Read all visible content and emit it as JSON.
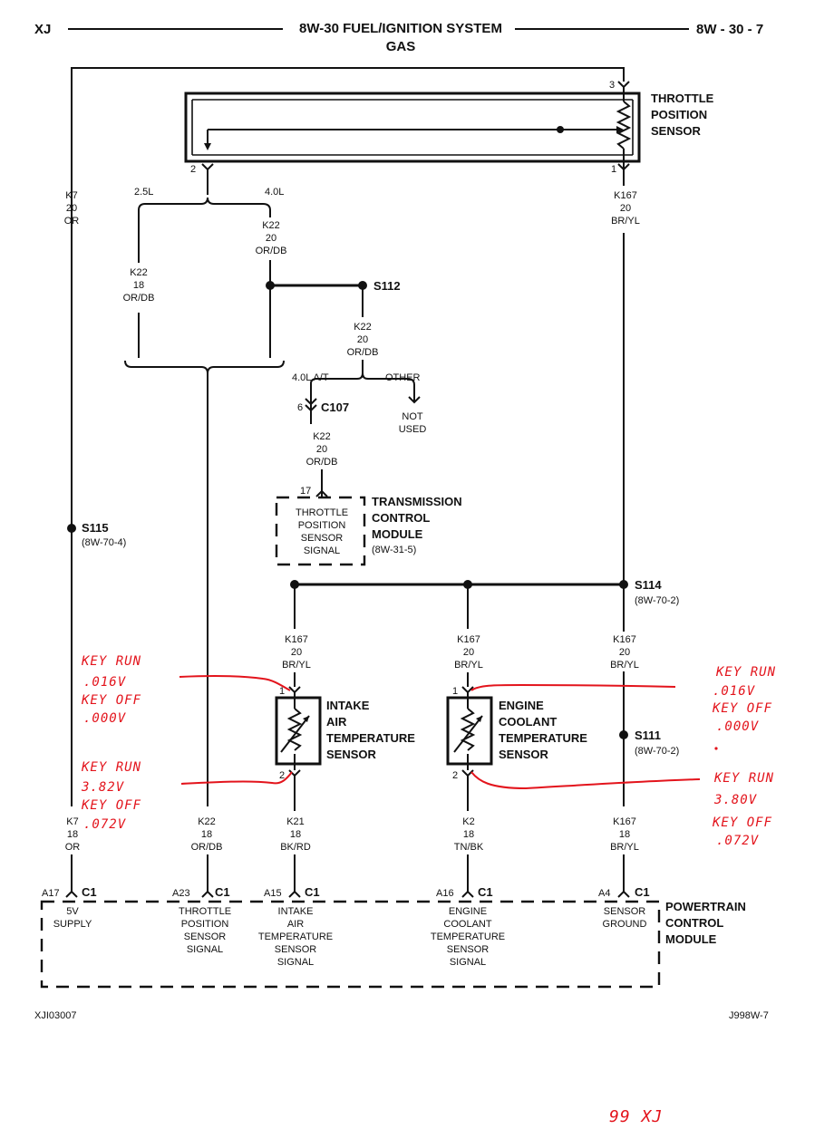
{
  "header": {
    "left": "XJ",
    "title": "8W-30 FUEL/IGNITION SYSTEM",
    "subtitle": "GAS",
    "page": "8W - 30 - 7"
  },
  "tps": {
    "name_lines": [
      "THROTTLE",
      "POSITION",
      "SENSOR"
    ],
    "pin_top": "3",
    "pin_left": "2",
    "pin_right": "1"
  },
  "engine_split": {
    "left": "2.5L",
    "right": "4.0L"
  },
  "wires": {
    "k7_top": [
      "K7",
      "20",
      "OR"
    ],
    "k167_top": [
      "K167",
      "20",
      "BR/YL"
    ],
    "k22_40": [
      "K22",
      "20",
      "OR/DB"
    ],
    "k22_25": [
      "K22",
      "18",
      "OR/DB"
    ],
    "k22_s112": [
      "K22",
      "20",
      "OR/DB"
    ],
    "k22_c107": [
      "K22",
      "20",
      "OR/DB"
    ],
    "k167_iat": [
      "K167",
      "20",
      "BR/YL"
    ],
    "k167_ect": [
      "K167",
      "20",
      "BR/YL"
    ],
    "k167_s114": [
      "K167",
      "20",
      "BR/YL"
    ],
    "k7_bottom": [
      "K7",
      "18",
      "OR"
    ],
    "k22_bottom": [
      "K22",
      "18",
      "OR/DB"
    ],
    "k21": [
      "K21",
      "18",
      "BK/RD"
    ],
    "k2": [
      "K2",
      "18",
      "TN/BK"
    ],
    "k167_bottom": [
      "K167",
      "18",
      "BR/YL"
    ]
  },
  "splices": {
    "s112": "S112",
    "s115": "S115",
    "s115_ref": "(8W-70-4)",
    "s114": "S114",
    "s114_ref": "(8W-70-2)",
    "s111": "S111",
    "s111_ref": "(8W-70-2)"
  },
  "tcm_branch": {
    "left": "4.0L A/T",
    "right": "OTHER",
    "not_used": [
      "NOT",
      "USED"
    ],
    "connector": "C107",
    "connector_pin": "6"
  },
  "tcm": {
    "pin": "17",
    "signal_lines": [
      "THROTTLE",
      "POSITION",
      "SENSOR",
      "SIGNAL"
    ],
    "name_lines": [
      "TRANSMISSION",
      "CONTROL",
      "MODULE"
    ],
    "ref": "(8W-31-5)"
  },
  "iat": {
    "name_lines": [
      "INTAKE",
      "AIR",
      "TEMPERATURE",
      "SENSOR"
    ],
    "pin_top": "1",
    "pin_bottom": "2"
  },
  "ect": {
    "name_lines": [
      "ENGINE",
      "COOLANT",
      "TEMPERATURE",
      "SENSOR"
    ],
    "pin_top": "1",
    "pin_bottom": "2"
  },
  "pcm": {
    "name_lines": [
      "POWERTRAIN",
      "CONTROL",
      "MODULE"
    ],
    "connector": "C1",
    "pins": [
      {
        "pin": "A17",
        "lines": [
          "5V",
          "SUPPLY"
        ]
      },
      {
        "pin": "A23",
        "lines": [
          "THROTTLE",
          "POSITION",
          "SENSOR",
          "SIGNAL"
        ]
      },
      {
        "pin": "A15",
        "lines": [
          "INTAKE",
          "AIR",
          "TEMPERATURE",
          "SENSOR",
          "SIGNAL"
        ]
      },
      {
        "pin": "A16",
        "lines": [
          "ENGINE",
          "COOLANT",
          "TEMPERATURE",
          "SENSOR",
          "SIGNAL"
        ]
      },
      {
        "pin": "A4",
        "lines": [
          "SENSOR",
          "GROUND"
        ]
      }
    ]
  },
  "annotations": {
    "left_top": [
      "KEY RUN",
      ".016V",
      "KEY OFF",
      ".000V"
    ],
    "left_bottom": [
      "KEY RUN",
      "3.82V",
      "KEY OFF",
      ".072V"
    ],
    "right_top": [
      "KEY RUN",
      ".016V",
      "KEY OFF",
      ".000V"
    ],
    "right_bottom": [
      "KEY RUN",
      "3.80V",
      "KEY OFF",
      ".072V"
    ],
    "footer": "99 XJ"
  },
  "footer": {
    "left": "XJI03007",
    "right": "J998W-7"
  }
}
